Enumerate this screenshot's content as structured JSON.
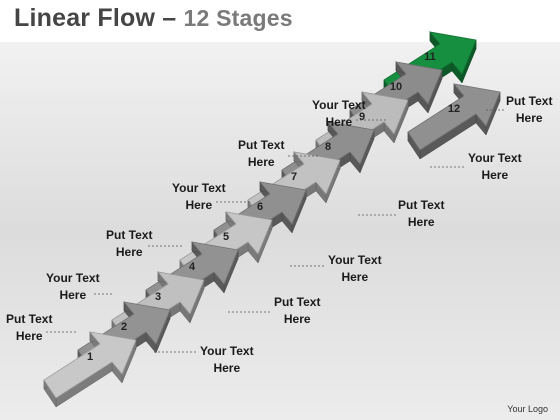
{
  "title": {
    "main": "Linear Flow",
    "dash": "–",
    "sub": "12 Stages"
  },
  "stages": [
    {
      "number": "1",
      "color": "#c8c8c8"
    },
    {
      "number": "2",
      "color": "#939393"
    },
    {
      "number": "3",
      "color": "#c0c0c0"
    },
    {
      "number": "4",
      "color": "#929292"
    },
    {
      "number": "5",
      "color": "#c6c6c6"
    },
    {
      "number": "6",
      "color": "#909090"
    },
    {
      "number": "7",
      "color": "#c2c2c2"
    },
    {
      "number": "8",
      "color": "#8f8f8f"
    },
    {
      "number": "9",
      "color": "#bcbcbc"
    },
    {
      "number": "10",
      "color": "#8c8c8c"
    },
    {
      "number": "11",
      "color": "#169040"
    },
    {
      "number": "12",
      "color": "#909090"
    }
  ],
  "labels": [
    {
      "line1": "Put Text",
      "line2": "Here"
    },
    {
      "line1": "Your Text",
      "line2": "Here"
    },
    {
      "line1": "Your Text",
      "line2": "Here"
    },
    {
      "line1": "Put Text",
      "line2": "Here"
    },
    {
      "line1": "Put Text",
      "line2": "Here"
    },
    {
      "line1": "Your Text",
      "line2": "Here"
    },
    {
      "line1": "Your Text",
      "line2": "Here"
    },
    {
      "line1": "Put Text",
      "line2": "Here"
    },
    {
      "line1": "Put Text",
      "line2": "Here"
    },
    {
      "line1": "Your Text",
      "line2": "Here"
    },
    {
      "line1": "Your Text",
      "line2": "Here"
    },
    {
      "line1": "Put Text",
      "line2": "Here"
    }
  ],
  "logo": "Your Logo"
}
